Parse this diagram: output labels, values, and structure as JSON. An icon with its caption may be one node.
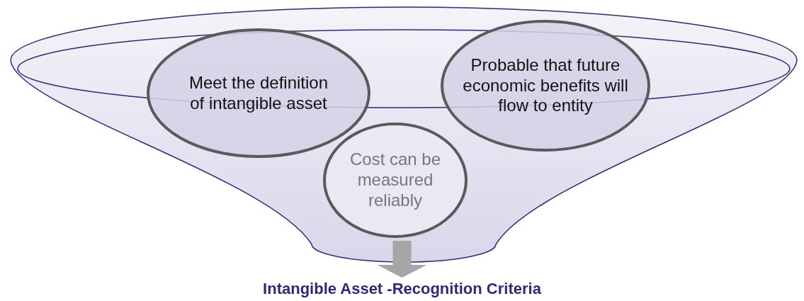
{
  "diagram": {
    "nodes": [
      {
        "text": [],
        "shape": "funnel"
      },
      {
        "text": [
          "Meet the definition of intangible asset"
        ],
        "in": 0
      },
      {
        "text": [
          "Probable that future economic benefits will flow to entity"
        ],
        "in": 0
      },
      {
        "text": [
          "Cost can be measured reliably"
        ],
        "in": 0
      },
      {
        "text": [
          "Intangible Asset -Recognition Criteria"
        ]
      }
    ],
    "edges": [
      {
        "from": 0,
        "to": 4,
        "arrow": "to"
      }
    ]
  }
}
